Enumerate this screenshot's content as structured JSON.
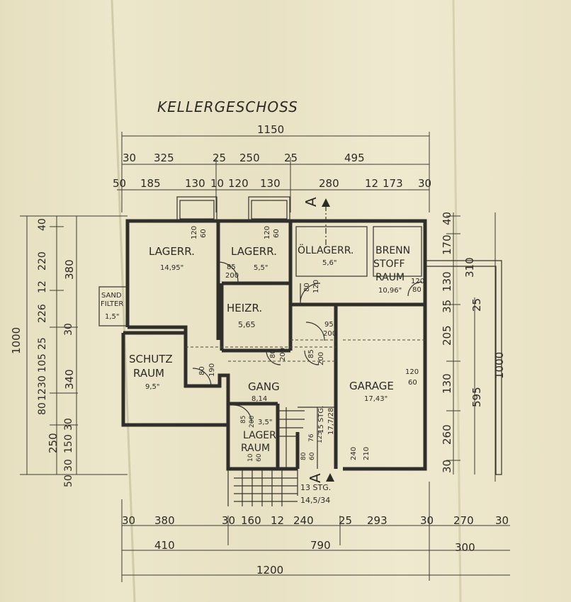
{
  "title": "KELLERGESCHOSS",
  "rooms": {
    "lager1": {
      "name": "LAGERR.",
      "area": "14,95\""
    },
    "lager2": {
      "name": "LAGERR.",
      "area": "5,5\""
    },
    "oellager": {
      "name": "ÖLLAGERR.",
      "area": "5,6\""
    },
    "brenn1": "BRENN",
    "brenn2": "STOFF",
    "brenn3": "RAUM",
    "brenn_area": "10,96\"",
    "heiz": {
      "name": "HEIZR.",
      "area": "5,65"
    },
    "schutz1": "SCHUTZ",
    "schutz2": "RAUM",
    "schutz_area": "9,5\"",
    "gang": {
      "name": "GANG",
      "area": "8,14"
    },
    "garage": {
      "name": "GARAGE",
      "area": "17,43\""
    },
    "lagerraum1": "LAGER",
    "lagerraum2": "RAUM",
    "lagerraum_area": "3,5\"",
    "sand1": "SAND",
    "sand2": "FILTER",
    "sand_area": "1,5\""
  },
  "dims_top": {
    "total": "1150",
    "r1": [
      "30",
      "325",
      "25",
      "250",
      "25",
      "495"
    ],
    "r2": [
      "50",
      "185",
      "130",
      "10",
      "120",
      "130",
      "280",
      "12",
      "173",
      "30"
    ]
  },
  "dims_bottom": {
    "r1": [
      "30",
      "380",
      "30",
      "160",
      "12",
      "240",
      "25",
      "293",
      "30",
      "270",
      "30"
    ],
    "r2": [
      "410",
      "790",
      "300"
    ],
    "total": "1200"
  },
  "dims_left": {
    "total": "1000",
    "mid": [
      "380",
      "340",
      "250"
    ],
    "inner": [
      "40",
      "220",
      "12",
      "226",
      "30",
      "25",
      "105",
      "30",
      "12",
      "80",
      "30",
      "150",
      "30",
      "50"
    ]
  },
  "dims_right": {
    "col1": [
      "40",
      "170",
      "310",
      "130",
      "35",
      "205",
      "130",
      "260",
      "30"
    ],
    "col2": [
      "25",
      "595"
    ],
    "total": "1000"
  },
  "openings": {
    "w1a": "120",
    "w1b": "60",
    "w2a": "120",
    "w2b": "60",
    "d85": "85",
    "d200": "200",
    "d80a": "80",
    "d120a": "120",
    "d120b": "120",
    "d80b": "80",
    "d95": "95",
    "d200b": "200",
    "d80c": "80",
    "d200c": "200",
    "d85b": "85",
    "d200d": "200",
    "d80d": "80",
    "d190": "190",
    "d120c": "120",
    "d60": "60",
    "l85": "85",
    "l200": "200",
    "l10": "10",
    "l60": "60",
    "l80": "80",
    "l60b": "60",
    "l76": "76",
    "l125": "125",
    "g240": "240",
    "g210": "210"
  },
  "stairs": {
    "upper1": "15 STG.",
    "upper2": "17,7/28",
    "lower1": "13 STG.",
    "lower2": "14,5/34"
  },
  "section": "A"
}
